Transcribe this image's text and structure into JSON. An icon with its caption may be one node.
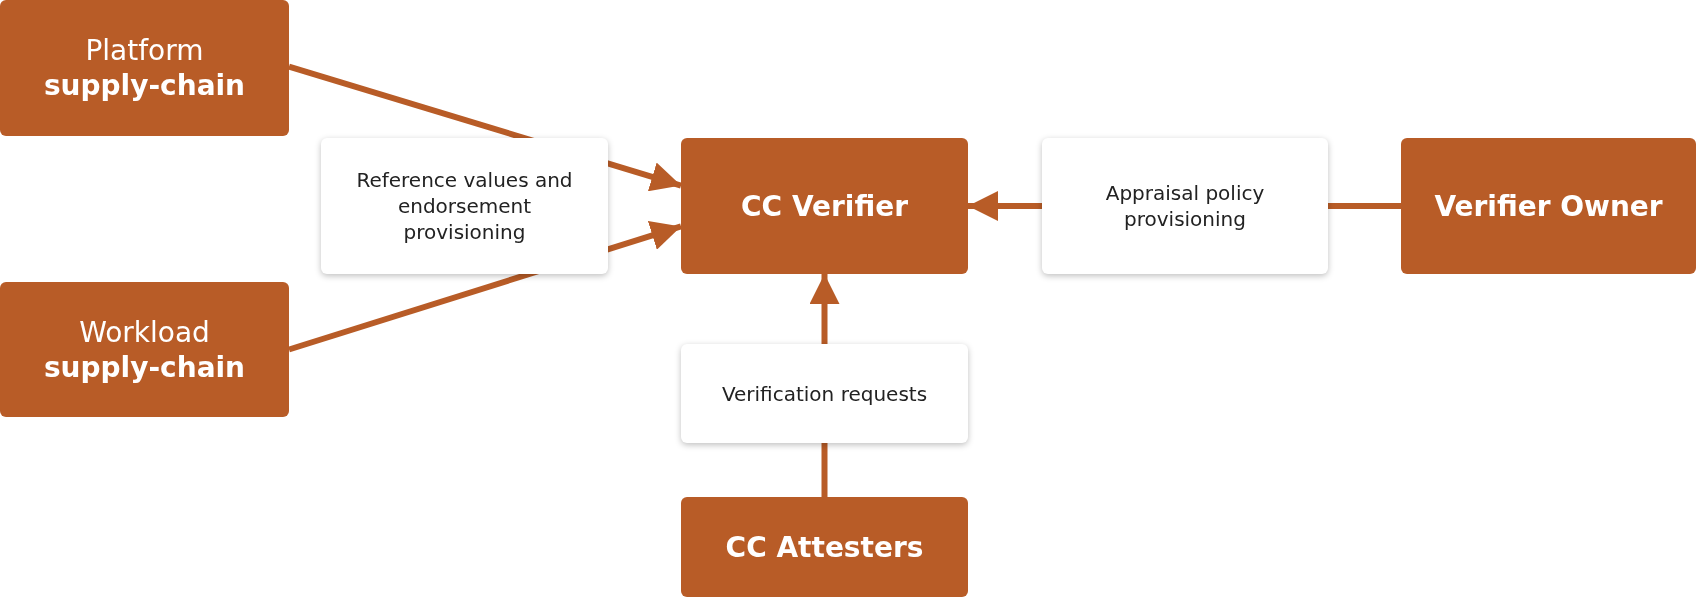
{
  "diagram": {
    "nodes": [
      {
        "text": [
          "Platform",
          "supply-chain"
        ]
      },
      {
        "text": [
          "Workload",
          "supply-chain"
        ]
      },
      {
        "text": [
          "CC Verifier"
        ]
      },
      {
        "text": [
          "Verifier Owner"
        ]
      },
      {
        "text": [
          "CC Attesters"
        ]
      }
    ],
    "edges": [
      {
        "from": 0,
        "to": 2,
        "arrow": "to",
        "label": "Reference values and endorsement provisioning"
      },
      {
        "from": 1,
        "to": 2,
        "arrow": "to"
      },
      {
        "from": 3,
        "to": 2,
        "arrow": "to",
        "label": "Appraisal policy provisioning"
      },
      {
        "from": 4,
        "to": 2,
        "arrow": "to",
        "label": "Verification requests"
      }
    ]
  }
}
